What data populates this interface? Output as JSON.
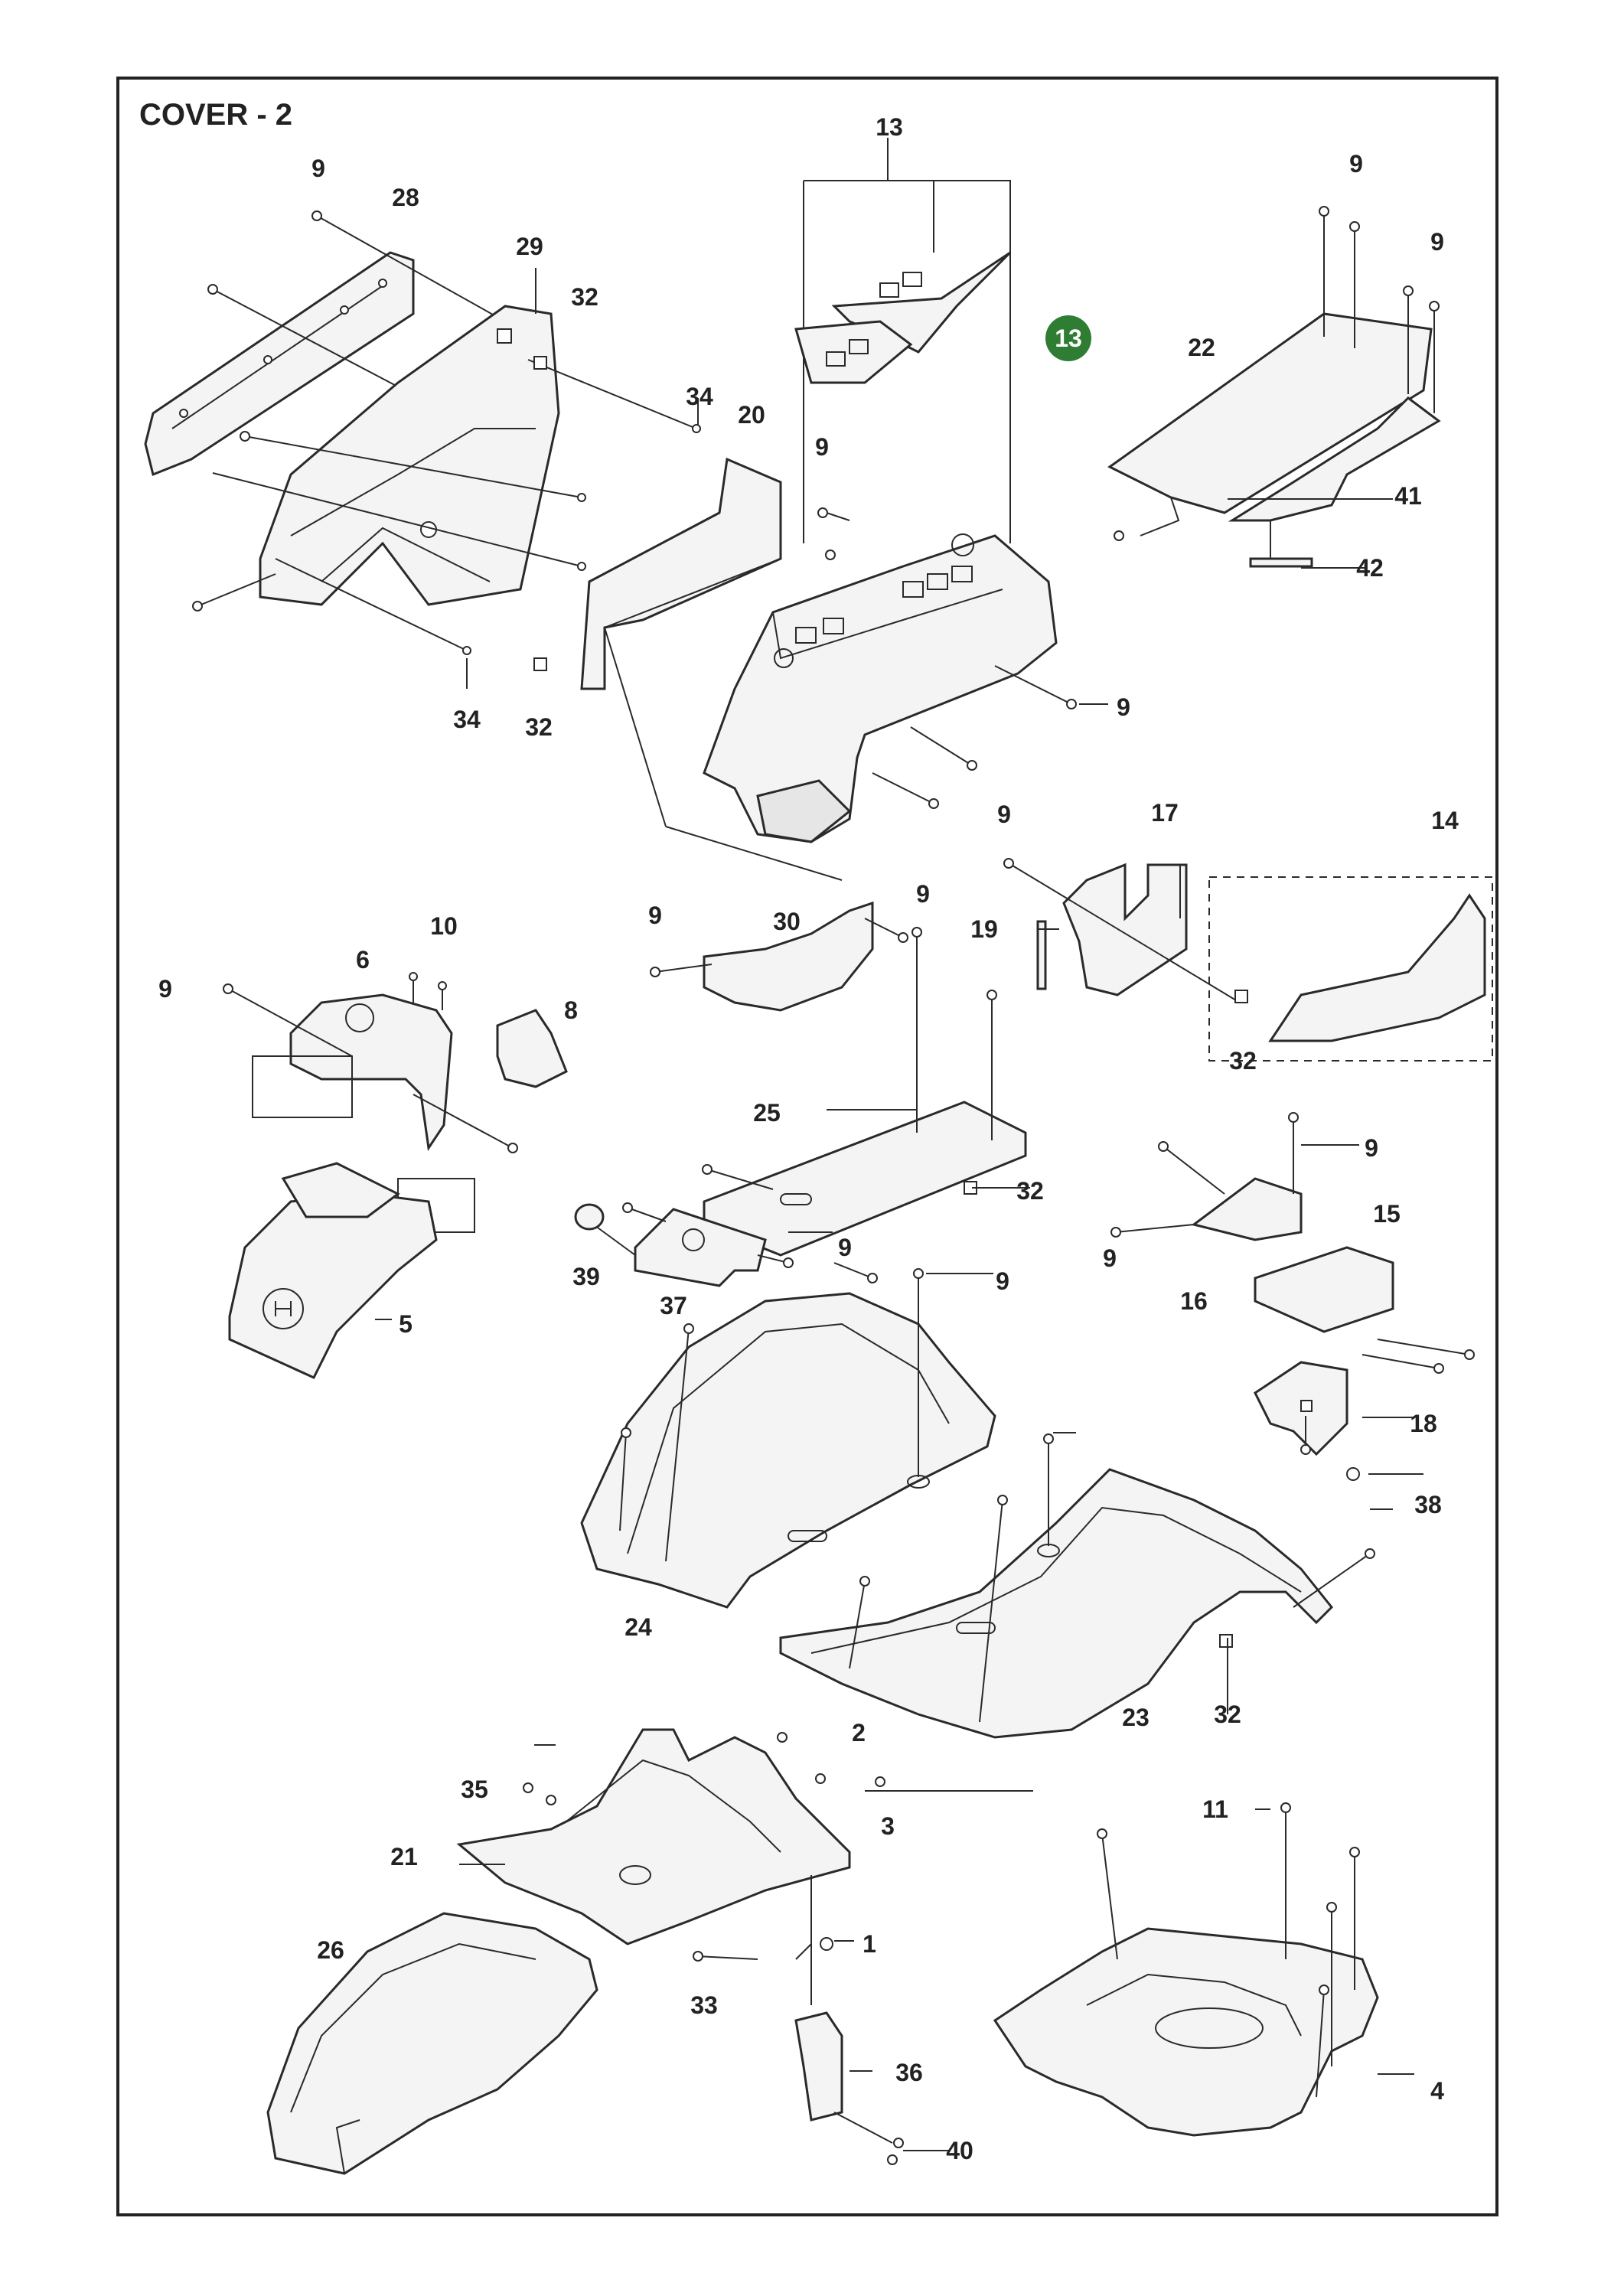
{
  "title": "COVER - 2",
  "page_badge": "13",
  "callouts": [
    {
      "id": "c13a",
      "text": "13"
    },
    {
      "id": "c9a",
      "text": "9"
    },
    {
      "id": "c28",
      "text": "28"
    },
    {
      "id": "c29",
      "text": "29"
    },
    {
      "id": "c32a",
      "text": "32"
    },
    {
      "id": "c34a",
      "text": "34"
    },
    {
      "id": "c20",
      "text": "20"
    },
    {
      "id": "c9b",
      "text": "9"
    },
    {
      "id": "c9c",
      "text": "9"
    },
    {
      "id": "c9d",
      "text": "9"
    },
    {
      "id": "c22",
      "text": "22"
    },
    {
      "id": "c41",
      "text": "41"
    },
    {
      "id": "c42",
      "text": "42"
    },
    {
      "id": "c9e",
      "text": "9"
    },
    {
      "id": "c34b",
      "text": "34"
    },
    {
      "id": "c32b",
      "text": "32"
    },
    {
      "id": "c9f",
      "text": "9"
    },
    {
      "id": "c17",
      "text": "17"
    },
    {
      "id": "c14",
      "text": "14"
    },
    {
      "id": "c10",
      "text": "10"
    },
    {
      "id": "c9g",
      "text": "9"
    },
    {
      "id": "c6",
      "text": "6"
    },
    {
      "id": "c9h",
      "text": "9"
    },
    {
      "id": "c30",
      "text": "30"
    },
    {
      "id": "c9i",
      "text": "9"
    },
    {
      "id": "c19",
      "text": "19"
    },
    {
      "id": "c8",
      "text": "8"
    },
    {
      "id": "c32c",
      "text": "32"
    },
    {
      "id": "c25",
      "text": "25"
    },
    {
      "id": "c32d",
      "text": "32"
    },
    {
      "id": "c9j",
      "text": "9"
    },
    {
      "id": "c15",
      "text": "15"
    },
    {
      "id": "c9k",
      "text": "9"
    },
    {
      "id": "c39",
      "text": "39"
    },
    {
      "id": "c37",
      "text": "37"
    },
    {
      "id": "c9l",
      "text": "9"
    },
    {
      "id": "c16",
      "text": "16"
    },
    {
      "id": "c5",
      "text": "5"
    },
    {
      "id": "c9m",
      "text": "9"
    },
    {
      "id": "c18",
      "text": "18"
    },
    {
      "id": "c38",
      "text": "38"
    },
    {
      "id": "c24",
      "text": "24"
    },
    {
      "id": "c23",
      "text": "23"
    },
    {
      "id": "c32e",
      "text": "32"
    },
    {
      "id": "c2",
      "text": "2"
    },
    {
      "id": "c35",
      "text": "35"
    },
    {
      "id": "c3",
      "text": "3"
    },
    {
      "id": "c11",
      "text": "11"
    },
    {
      "id": "c21",
      "text": "21"
    },
    {
      "id": "c1",
      "text": "1"
    },
    {
      "id": "c26",
      "text": "26"
    },
    {
      "id": "c33",
      "text": "33"
    },
    {
      "id": "c36",
      "text": "36"
    },
    {
      "id": "c4",
      "text": "4"
    },
    {
      "id": "c40",
      "text": "40"
    }
  ]
}
